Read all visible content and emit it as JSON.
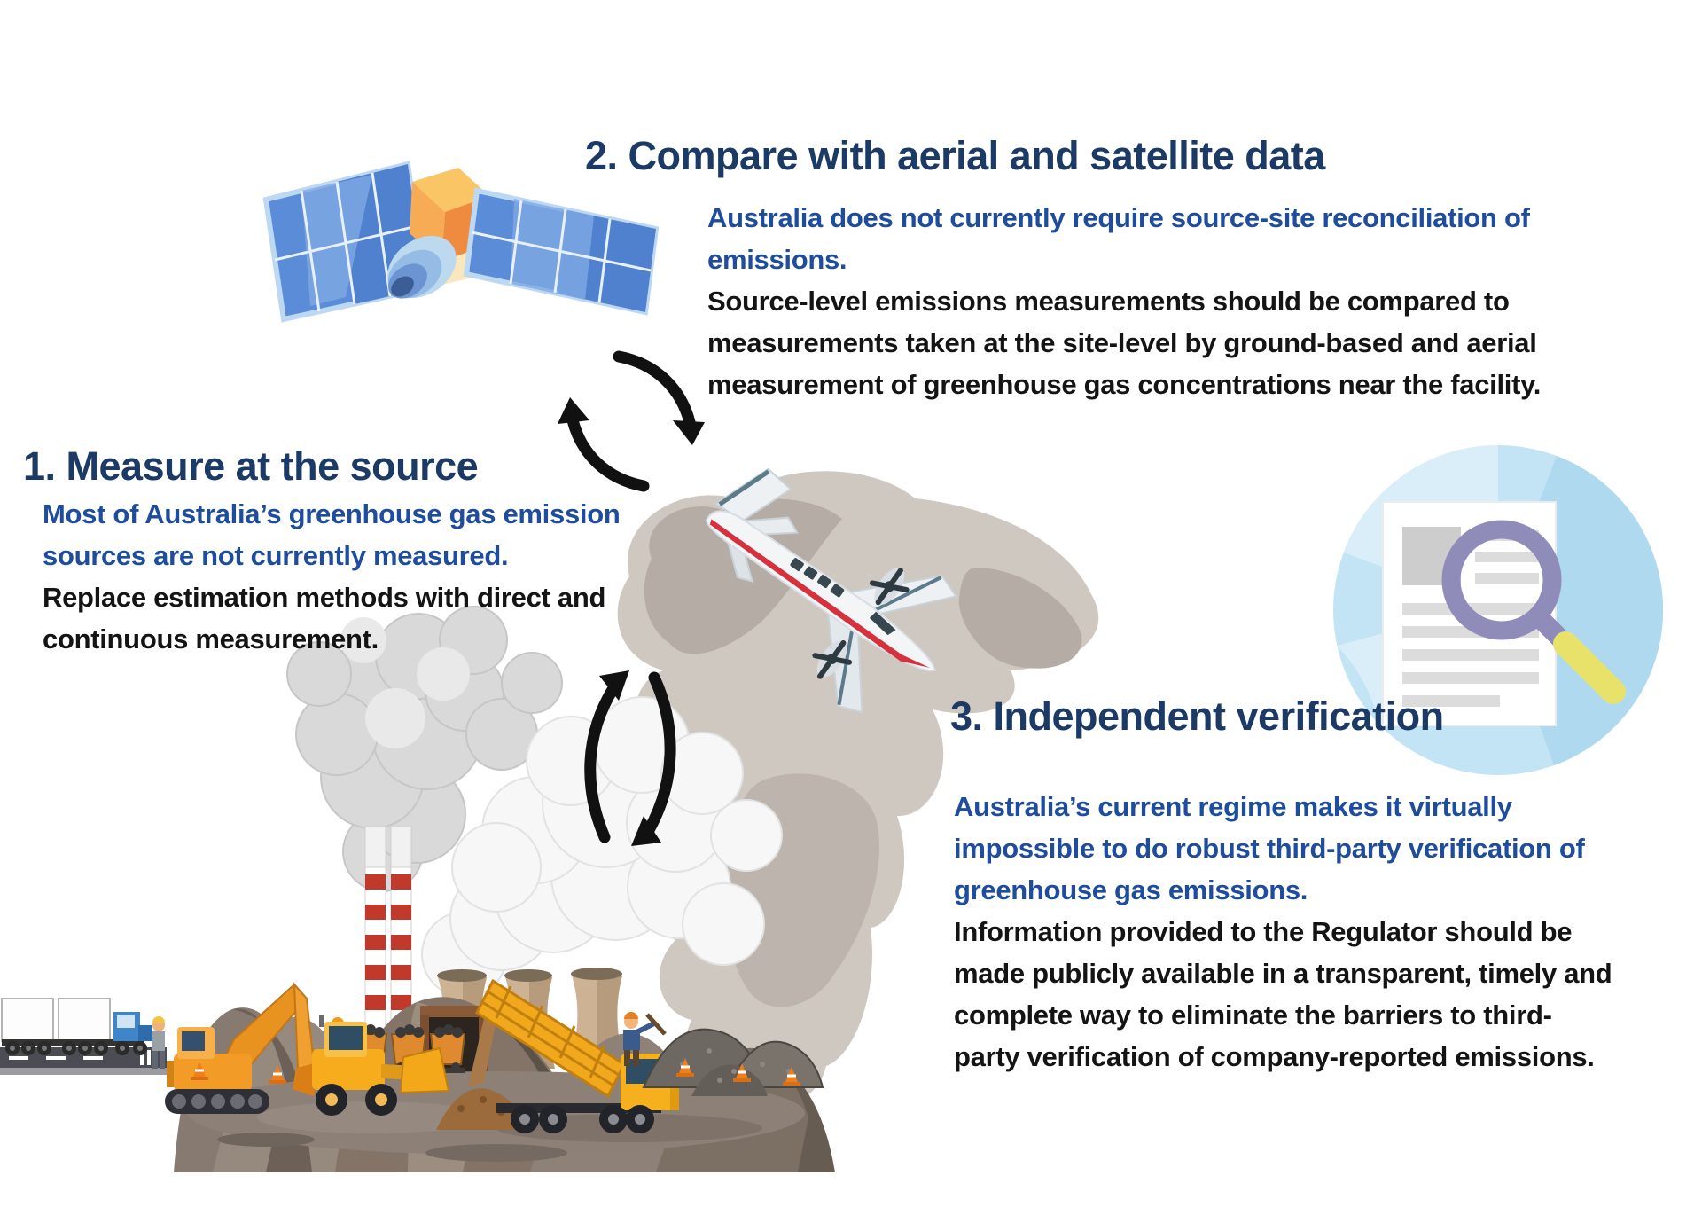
{
  "page": {
    "background": "#ffffff"
  },
  "colors": {
    "heading": "#1b3a66",
    "highlight_blue": "#1e4d9e",
    "body_black": "#141414",
    "arrow_black": "#111111",
    "smoke_gray": "#c9c2bb",
    "panel_blue": "#5b8cd7",
    "satellite_orange": "#ef8b3e",
    "magnifier_purple": "#8f8cba",
    "handle_yellow": "#e9e26a",
    "circle_light_blue": "#c3e4f5"
  },
  "sections": {
    "measure": {
      "title": "1. Measure at the source",
      "highlight_lines": [
        "Most of Australia’s greenhouse gas emission",
        "sources are not currently measured."
      ],
      "body_lines": [
        "Replace estimation methods with direct and",
        "continuous measurement."
      ]
    },
    "compare": {
      "title": "2. Compare with aerial and satellite data",
      "highlight_lines": [
        "Australia does not currently require source-site reconciliation of",
        "emissions."
      ],
      "body_lines": [
        "Source-level emissions measurements should be compared to",
        "measurements taken at the site-level by ground-based and aerial",
        "measurement of greenhouse gas concentrations near the facility."
      ]
    },
    "verify": {
      "title": "3. Independent verification",
      "highlight_lines": [
        "Australia’s current regime makes it virtually",
        "impossible to do robust third-party verification of",
        "greenhouse gas emissions."
      ],
      "body_lines": [
        "Information provided to the Regulator should be",
        "made publicly available in a transparent, timely and",
        "complete way to eliminate the barriers to third-",
        "party verification of company-reported emissions."
      ]
    }
  },
  "illustrations": {
    "satellite": "satellite-with-solar-panels-icon",
    "airplane": "twin-propeller-plane-icon",
    "factory": "coal-mine-power-station-icon",
    "verification": "document-magnifying-glass-icon",
    "arrows": "cycle-exchange-arrows-icon"
  }
}
